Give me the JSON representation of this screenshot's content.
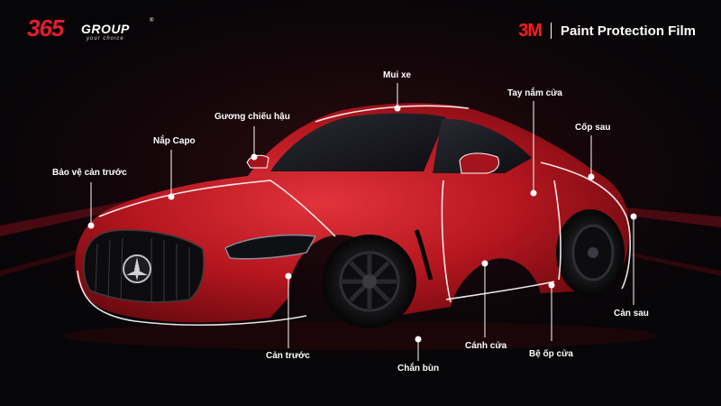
{
  "logo": {
    "main": "365",
    "group": "GROUP",
    "tagline": "your choice",
    "reg": "®"
  },
  "brand": {
    "mark": "3M",
    "title": "Paint Protection Film"
  },
  "labels": {
    "roof": "Mui xe",
    "mirror": "Gương chiếu hậu",
    "door_handle": "Tay nắm cửa",
    "hood": "Nắp Capo",
    "trunk": "Cốp sau",
    "front_bumper_guard": "Bảo vệ cản trước",
    "rear_bumper": "Cản sau",
    "door": "Cánh cửa",
    "rocker": "Bệ ốp cửa",
    "fender": "Chắn bùn",
    "front_bumper": "Cản trước"
  },
  "colors": {
    "accent": "#e31c2d",
    "car_body": "#c21a26",
    "brand_red": "#ff1c1c",
    "outline": "#ffffff"
  }
}
